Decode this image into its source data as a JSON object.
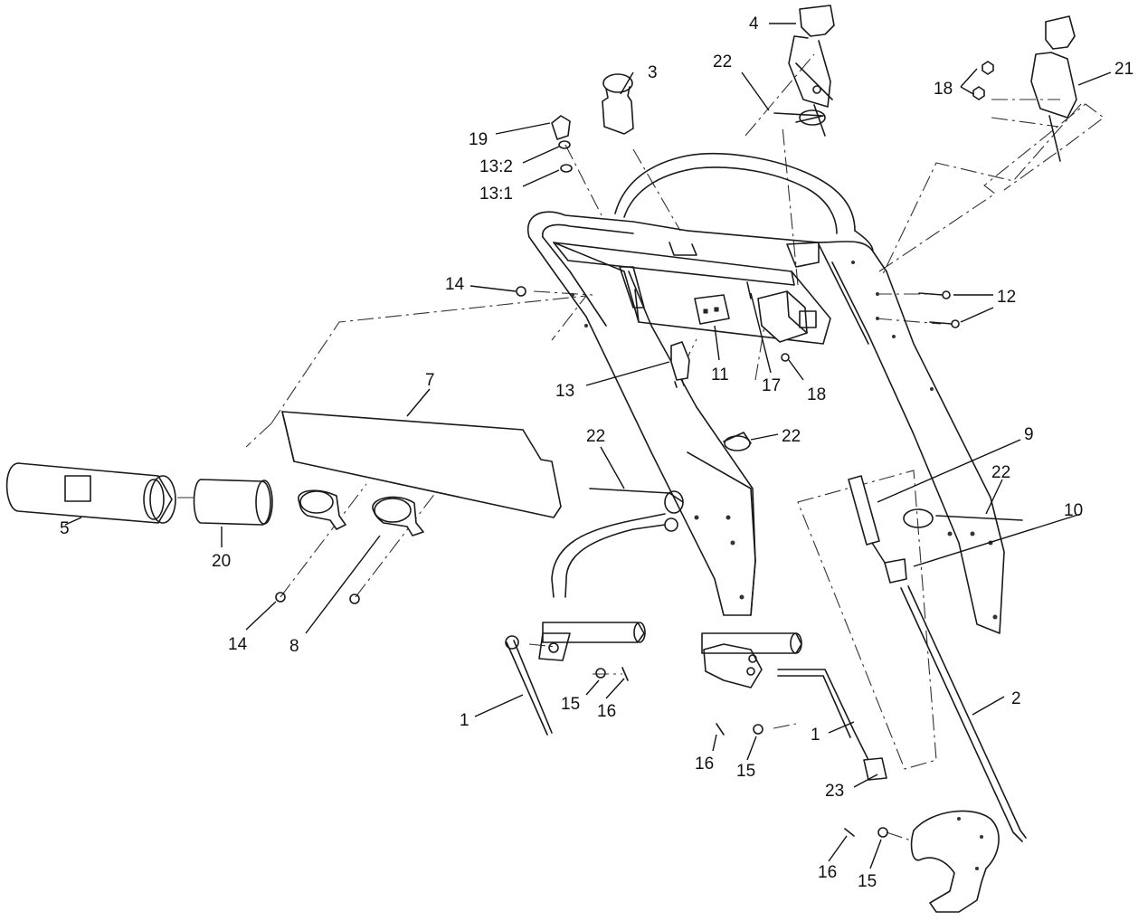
{
  "callouts": [
    {
      "id": "c1a",
      "text": "1"
    },
    {
      "id": "c1b",
      "text": "1"
    },
    {
      "id": "c2",
      "text": "2"
    },
    {
      "id": "c3",
      "text": "3"
    },
    {
      "id": "c4",
      "text": "4"
    },
    {
      "id": "c5",
      "text": "5"
    },
    {
      "id": "c7",
      "text": "7"
    },
    {
      "id": "c8",
      "text": "8"
    },
    {
      "id": "c9",
      "text": "9"
    },
    {
      "id": "c10",
      "text": "10"
    },
    {
      "id": "c11",
      "text": "11"
    },
    {
      "id": "c12",
      "text": "12"
    },
    {
      "id": "c13",
      "text": "13"
    },
    {
      "id": "c13_1",
      "text": "13:1"
    },
    {
      "id": "c13_2",
      "text": "13:2"
    },
    {
      "id": "c14a",
      "text": "14"
    },
    {
      "id": "c14b",
      "text": "14"
    },
    {
      "id": "c15a",
      "text": "15"
    },
    {
      "id": "c15b",
      "text": "15"
    },
    {
      "id": "c15c",
      "text": "15"
    },
    {
      "id": "c16a",
      "text": "16"
    },
    {
      "id": "c16b",
      "text": "16"
    },
    {
      "id": "c16c",
      "text": "16"
    },
    {
      "id": "c17",
      "text": "17"
    },
    {
      "id": "c18a",
      "text": "18"
    },
    {
      "id": "c18b",
      "text": "18"
    },
    {
      "id": "c19",
      "text": "19"
    },
    {
      "id": "c20",
      "text": "20"
    },
    {
      "id": "c21",
      "text": "21"
    },
    {
      "id": "c22a",
      "text": "22"
    },
    {
      "id": "c22b",
      "text": "22"
    },
    {
      "id": "c22c",
      "text": "22"
    },
    {
      "id": "c22d",
      "text": "22"
    },
    {
      "id": "c23",
      "text": "23"
    }
  ]
}
